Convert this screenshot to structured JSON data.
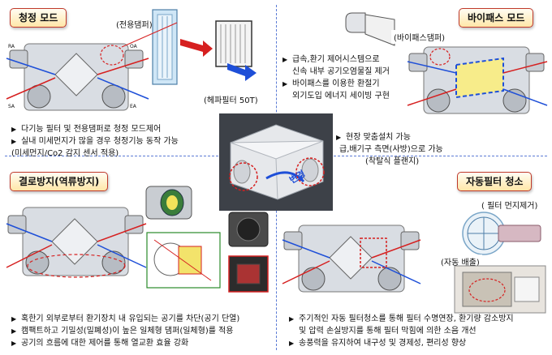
{
  "sections": {
    "clean_mode": {
      "title": "청정 모드",
      "callout_damper": "(전용댐퍼)",
      "callout_filter": "(헤파필터 50T)",
      "bullets": [
        "다기능 필터 및 전용댐퍼로 청정 모드제어",
        "실내 미세먼지가 많을 경우 청정기능 동작 가능"
      ],
      "bullet_cont": "(미세먼지/Co2 감지 센서 적용)"
    },
    "bypass_mode": {
      "title": "바이패스 모드",
      "callout_damper": "(바이패스댐퍼)",
      "bullet1": "급속,환기 제어시스템으로",
      "bullet1_cont": "신속 내부 공기오염물질 제거",
      "bullet2": "바이패스를 이용한 환절기",
      "bullet2_cont": "외기도입 에너지 세이빙 구현"
    },
    "center": {
      "rotate_label": "변경",
      "bullet": "현장 맞춤설치 가능",
      "line2": "급,배기구 측면(사방)으로 가능",
      "line3": "(착탈식 플랜지)"
    },
    "condensation": {
      "title": "결로방지(역류방지)",
      "bullets": [
        "혹한기 외부로부터 환기장치 내 유입되는 공기를 차단(공기 단열)",
        "캠팩트하고 기밀성(밀폐성)이 높은 일체형 댐퍼(일체형)를 적용",
        "공기의 흐름에 대한 제어를 통해 열교환 효율 강화"
      ]
    },
    "auto_clean": {
      "title": "자동필터 청소",
      "callout_dust": "( 필터 먼지제거)",
      "callout_discharge": "(자동 배출)",
      "bullets": [
        "주기적인 자동 필터청소를 통해 필터 수명연장, 환기량 감소방지",
        "송풍력을 유지하여 내구성 및 경제성, 편리성 향상"
      ],
      "bullet1_cont": "및 압력 손실방지를 통해 필터 막힘에 의한 소음 개선"
    },
    "port_labels": {
      "ra": "RA",
      "oa": "OA",
      "sa": "SA",
      "ea": "EA"
    }
  },
  "colors": {
    "accent_red": "#d62020",
    "accent_blue": "#1e4fd8",
    "badge_border": "#c0392b",
    "badge_fill": "#ffe7a8",
    "unit_gray": "#9aa0a8",
    "divider": "#5b7bd5"
  },
  "icons": [
    "arrow-right-red-icon",
    "arrow-right-blue-icon",
    "rotate-arrow-icon"
  ]
}
